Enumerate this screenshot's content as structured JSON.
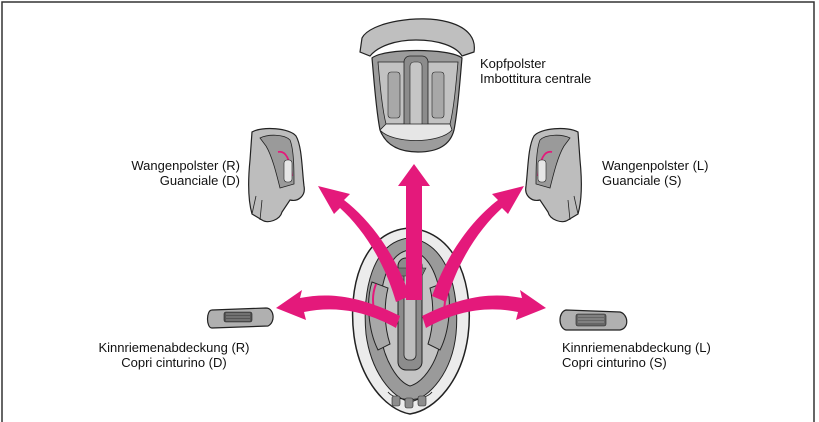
{
  "labels": {
    "crown_pad": {
      "line1": "Kopfpolster",
      "line2": "Imbottitura centrale"
    },
    "cheek_pad_right": {
      "line1": "Wangenpolster (R)",
      "line2": "Guanciale (D)"
    },
    "cheek_pad_left": {
      "line1": "Wangenpolster (L)",
      "line2": "Guanciale (S)"
    },
    "chin_strap_cover_right": {
      "line1": "Kinnriemenabdeckung (R)",
      "line2": "Copri cinturino (D)"
    },
    "chin_strap_cover_left": {
      "line1": "Kinnriemenabdeckung (L)",
      "line2": "Copri cinturino (S)"
    }
  },
  "colors": {
    "arrow": "#e4197b",
    "pad_dark": "#8f8f8f",
    "pad_mid": "#b8b8b8",
    "pad_light": "#dedede",
    "outline": "#222222",
    "frame": "#333333"
  }
}
